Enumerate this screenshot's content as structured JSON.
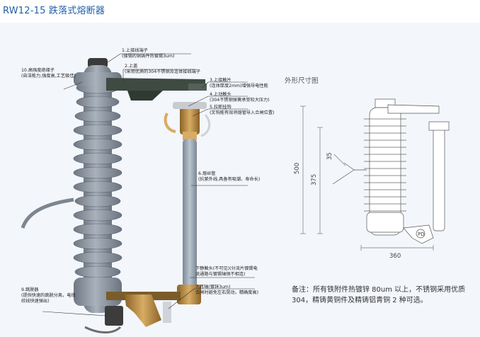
{
  "title": "RW12-15 跌落式熔断器",
  "labels": {
    "l1a": "1.上接线端子",
    "l1b": "(镀锡的铜铸件热镀锡3um)",
    "l2a": "2.上盖",
    "l2b": "(采用优质的304不锈钢及连体接线端子",
    "l3a": "3.上接触片",
    "l3b": "(连体厚度2mm)增强导电性能",
    "l4a": "4.上动触头",
    "l4b": "(304不锈钢弹簧承受较大压力)",
    "l5a": "5.拉断挂钩",
    "l5b": "(叉钩能有效将熔管导入合闸位置)",
    "l6a": "6.熔丝管",
    "l6b": "(抗紫外线,具备有吸潮、寿命长)",
    "l7a": "7.耳轴(镀锌3um)",
    "l7b": "合闸时避免左右晃动，精确度高)",
    "l8a": "下静触头(不可见)(分流片镀锡电",
    "l8b": "流通路与镀锡轴铜不相连)",
    "l9a": "9.跳脱器",
    "l9b": "(提供快速的跳脱分离，电缆",
    "l9c": "绞线快速弹出)",
    "l10a": "10.高强度绝缘子",
    "l10b": "(自洁能力,强度高,工艺极佳)"
  },
  "drawing": {
    "caption": "外形尺寸图",
    "dim_500": "500",
    "dim_375": "375",
    "dim_35": "35",
    "dim_360": "360",
    "pd": "PD"
  },
  "note": "备注：所有铁附件热镀锌 80um 以上，不锈钢采用优质 304，精铸黄铜件及精铸铝青铜 2 种可选。",
  "colors": {
    "title": "#1f5fa8",
    "insulator": "#8f9aa6",
    "fuse_tube": "#9aa8b6",
    "brass": "#b68a4a",
    "panel": "#f3f6fb"
  }
}
